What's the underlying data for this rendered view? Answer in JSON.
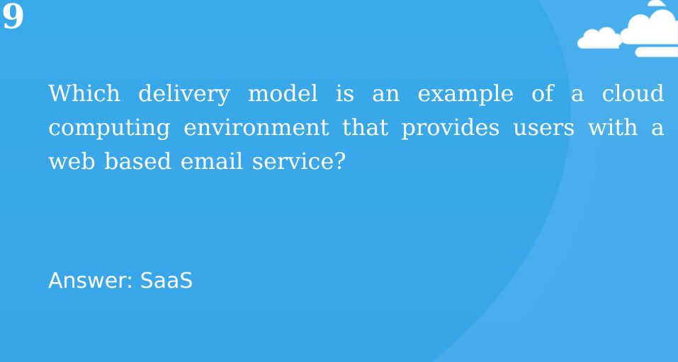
{
  "slide": {
    "number": "9",
    "question": "Which delivery model is an example of a cloud computing environment that provides users with a web based email service?",
    "answer": "Answer: SaaS"
  },
  "theme": {
    "background": "#39a7e8",
    "text_color": "#ffffff",
    "cloud_color": "#ffffff"
  },
  "decorations": {
    "clouds_icon": "cloud-icon",
    "swoosh": "light-blue-curve"
  }
}
